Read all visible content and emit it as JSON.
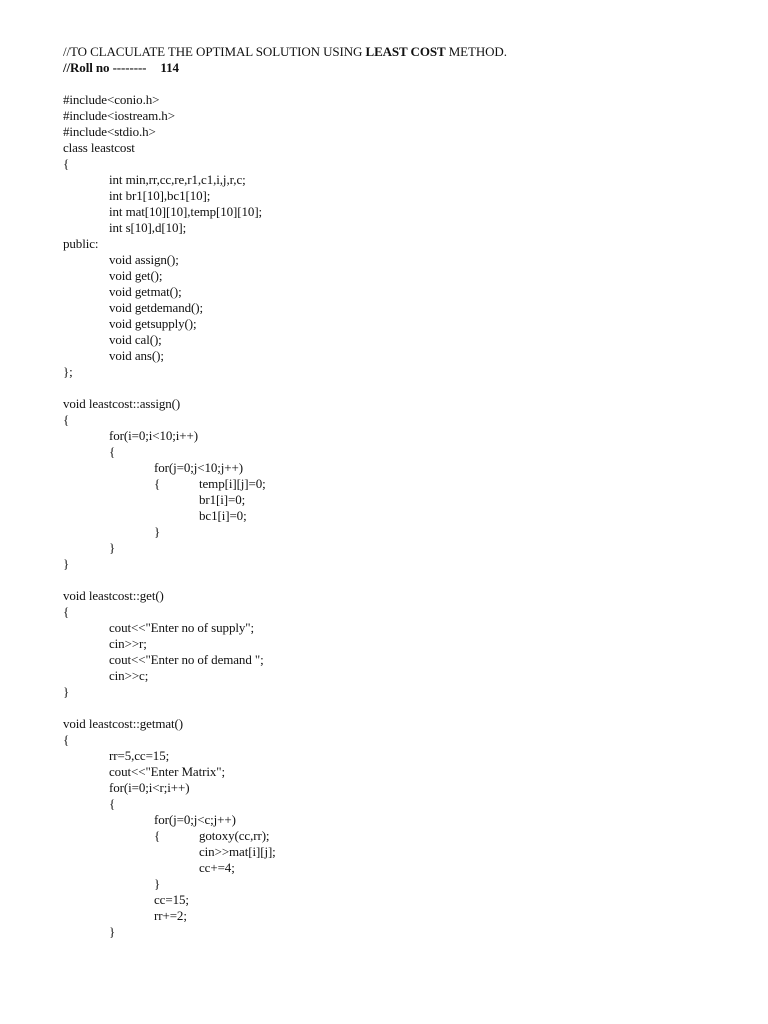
{
  "header": {
    "title_prefix": "//TO CLACULATE THE OPTIMAL SOLUTION USING ",
    "title_bold": "LEAST COST",
    "title_suffix": " METHOD.",
    "roll_label": "//Roll no --------",
    "roll_number": "114"
  },
  "code": {
    "inc1": "#include<conio.h>",
    "inc2": "#include<iostream.h>",
    "inc3": "#include<stdio.h>",
    "class_decl": "class leastcost",
    "open1": "{",
    "v1": "int min,rr,cc,re,r1,c1,i,j,r,c;",
    "v2": "int br1[10],bc1[10];",
    "v3": "int mat[10][10],temp[10][10];",
    "v4": "int s[10],d[10];",
    "public": "public:",
    "m1": "void assign();",
    "m2": "void get();",
    "m3": "void getmat();",
    "m4": "void getdemand();",
    "m5": "void getsupply();",
    "m6": "void cal();",
    "m7": "void ans();",
    "class_close": "};",
    "assign_sig": "void leastcost::assign()",
    "assign_open": "{",
    "assign_for1": "for(i=0;i<10;i++)",
    "assign_for1_open": "{",
    "assign_for2": "for(j=0;j<10;j++)",
    "assign_for2_open": "{",
    "assign_s1": "temp[i][j]=0;",
    "assign_s2": "br1[i]=0;",
    "assign_s3": "bc1[i]=0;",
    "assign_for2_close": "}",
    "assign_for1_close": "}",
    "assign_close": "}",
    "get_sig": "void leastcost::get()",
    "get_open": "{",
    "get_s1": "cout<<\"Enter no of supply\";",
    "get_s2": "cin>>r;",
    "get_s3": "cout<<\"Enter no of demand \";",
    "get_s4": "cin>>c;",
    "get_close": "}",
    "getmat_sig": "void leastcost::getmat()",
    "getmat_open": "{",
    "getmat_s1": "rr=5,cc=15;",
    "getmat_s2": "cout<<\"Enter Matrix\";",
    "getmat_for1": "for(i=0;i<r;i++)",
    "getmat_for1_open": "{",
    "getmat_for2": "for(j=0;j<c;j++)",
    "getmat_for2_open": "{",
    "getmat_s3": "gotoxy(cc,rr);",
    "getmat_s4": "cin>>mat[i][j];",
    "getmat_s5": "cc+=4;",
    "getmat_for2_close": "}",
    "getmat_s6": "cc=15;",
    "getmat_s7": "rr+=2;",
    "getmat_for1_close": "}"
  }
}
